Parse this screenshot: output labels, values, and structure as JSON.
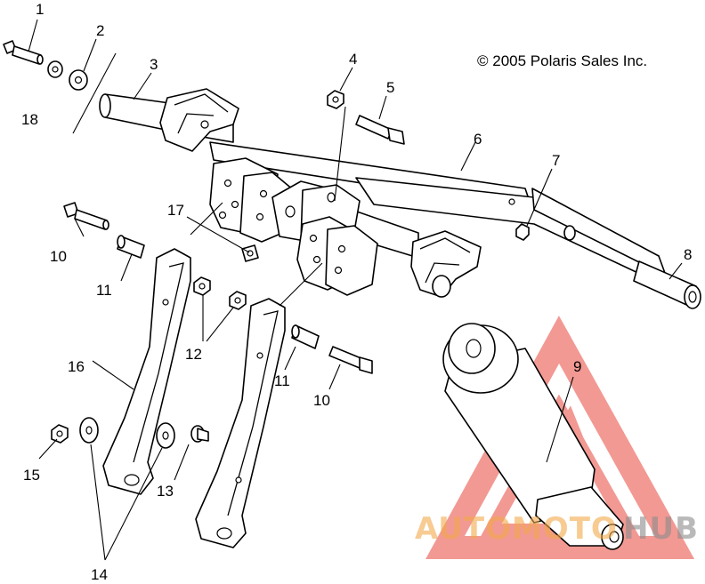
{
  "copyright": "© 2005 Polaris Sales Inc.",
  "callouts": [
    {
      "id": "callout-1",
      "label": "1"
    },
    {
      "id": "callout-2",
      "label": "2"
    },
    {
      "id": "callout-3",
      "label": "3"
    },
    {
      "id": "callout-4",
      "label": "4"
    },
    {
      "id": "callout-5",
      "label": "5"
    },
    {
      "id": "callout-6",
      "label": "6"
    },
    {
      "id": "callout-7",
      "label": "7"
    },
    {
      "id": "callout-8",
      "label": "8"
    },
    {
      "id": "callout-9",
      "label": "9"
    },
    {
      "id": "callout-10a",
      "label": "10"
    },
    {
      "id": "callout-10b",
      "label": "10"
    },
    {
      "id": "callout-11a",
      "label": "11"
    },
    {
      "id": "callout-11b",
      "label": "11"
    },
    {
      "id": "callout-12",
      "label": "12"
    },
    {
      "id": "callout-13",
      "label": "13"
    },
    {
      "id": "callout-14",
      "label": "14"
    },
    {
      "id": "callout-15",
      "label": "15"
    },
    {
      "id": "callout-16",
      "label": "16"
    },
    {
      "id": "callout-17",
      "label": "17"
    },
    {
      "id": "callout-18",
      "label": "18"
    }
  ],
  "watermark": {
    "part1": "AUTOMOTO",
    "part2": "HUB",
    "colors": {
      "red": "#e8463c",
      "orange": "#f2a94a",
      "gray": "#8c8c8c"
    }
  }
}
